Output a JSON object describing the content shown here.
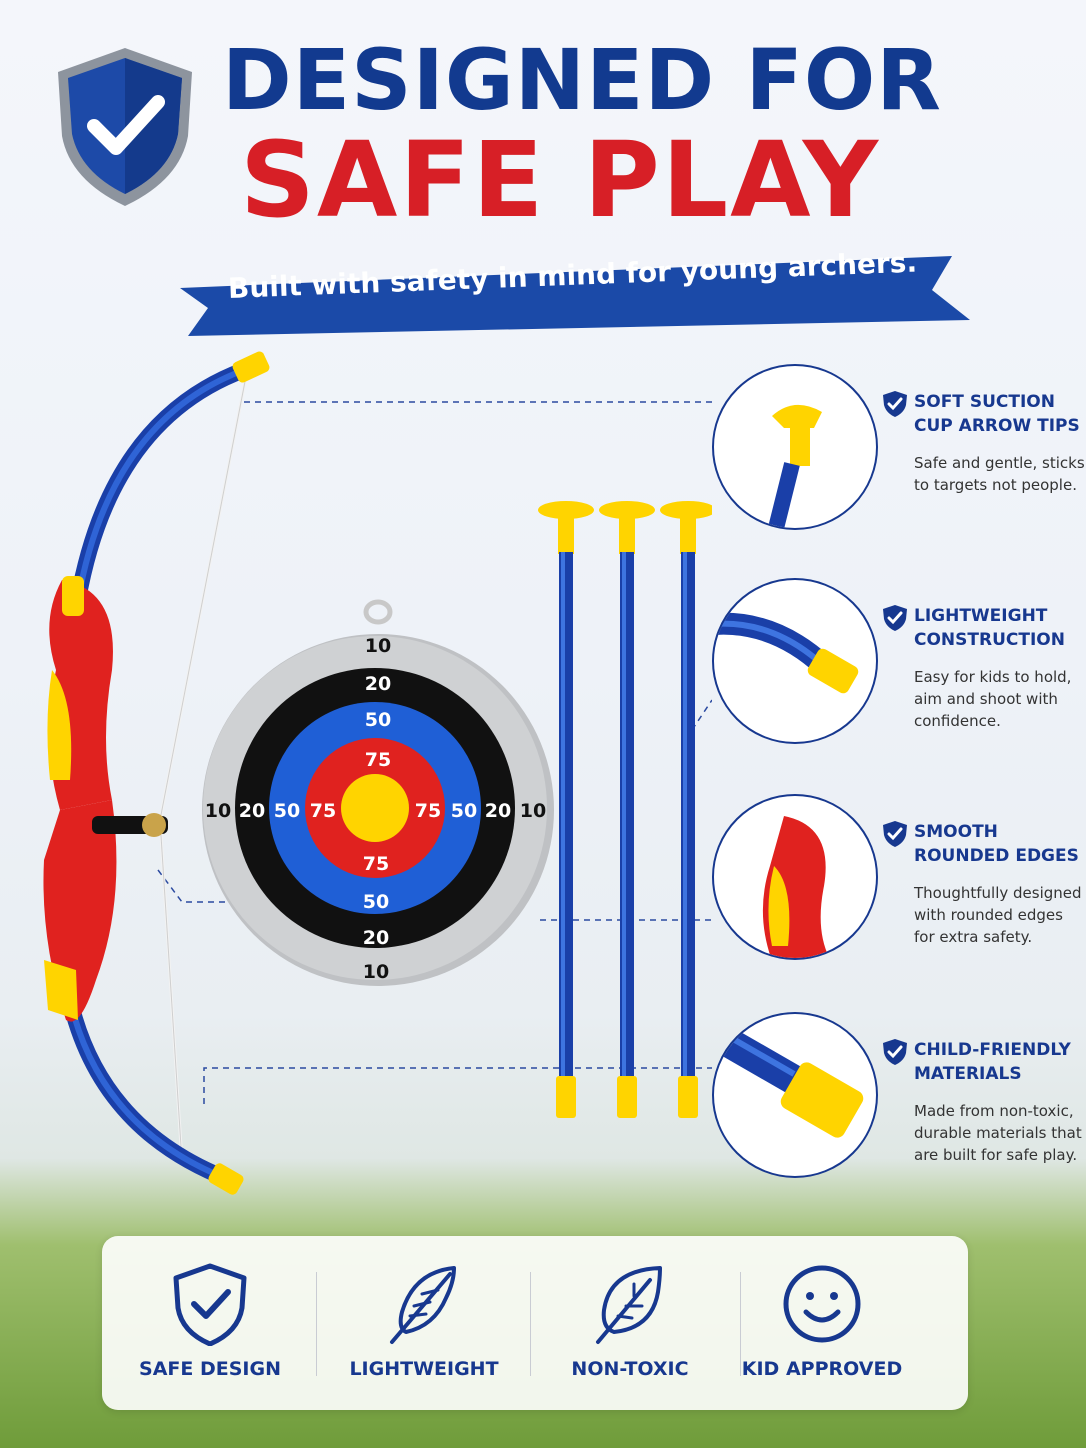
{
  "header": {
    "line1": "DESIGNED FOR",
    "line2": "SAFE PLAY",
    "tagline": "Built with safety in mind for young archers."
  },
  "target": {
    "rings": [
      "10",
      "20",
      "50",
      "75"
    ]
  },
  "features": [
    {
      "title": "SOFT SUCTION CUP ARROW TIPS",
      "desc": "Safe and gentle, sticks to targets not people."
    },
    {
      "title": "LIGHTWEIGHT CONSTRUCTION",
      "desc": "Easy for kids to hold, aim and shoot with confidence."
    },
    {
      "title": "SMOOTH ROUNDED EDGES",
      "desc": "Thoughtfully designed with rounded edges for extra safety."
    },
    {
      "title": "CHILD-FRIENDLY MATERIALS",
      "desc": "Made from non-toxic, durable materials that are built for safe play."
    }
  ],
  "badges": [
    {
      "label": "SAFE DESIGN",
      "icon": "shield-check-icon"
    },
    {
      "label": "LIGHTWEIGHT",
      "icon": "feather-icon"
    },
    {
      "label": "NON-TOXIC",
      "icon": "leaf-icon"
    },
    {
      "label": "KID APPROVED",
      "icon": "smiley-icon"
    }
  ],
  "colors": {
    "navy": "#17388f",
    "red": "#d71f26",
    "yellow": "#ffd400",
    "blue": "#1f5fd6"
  }
}
